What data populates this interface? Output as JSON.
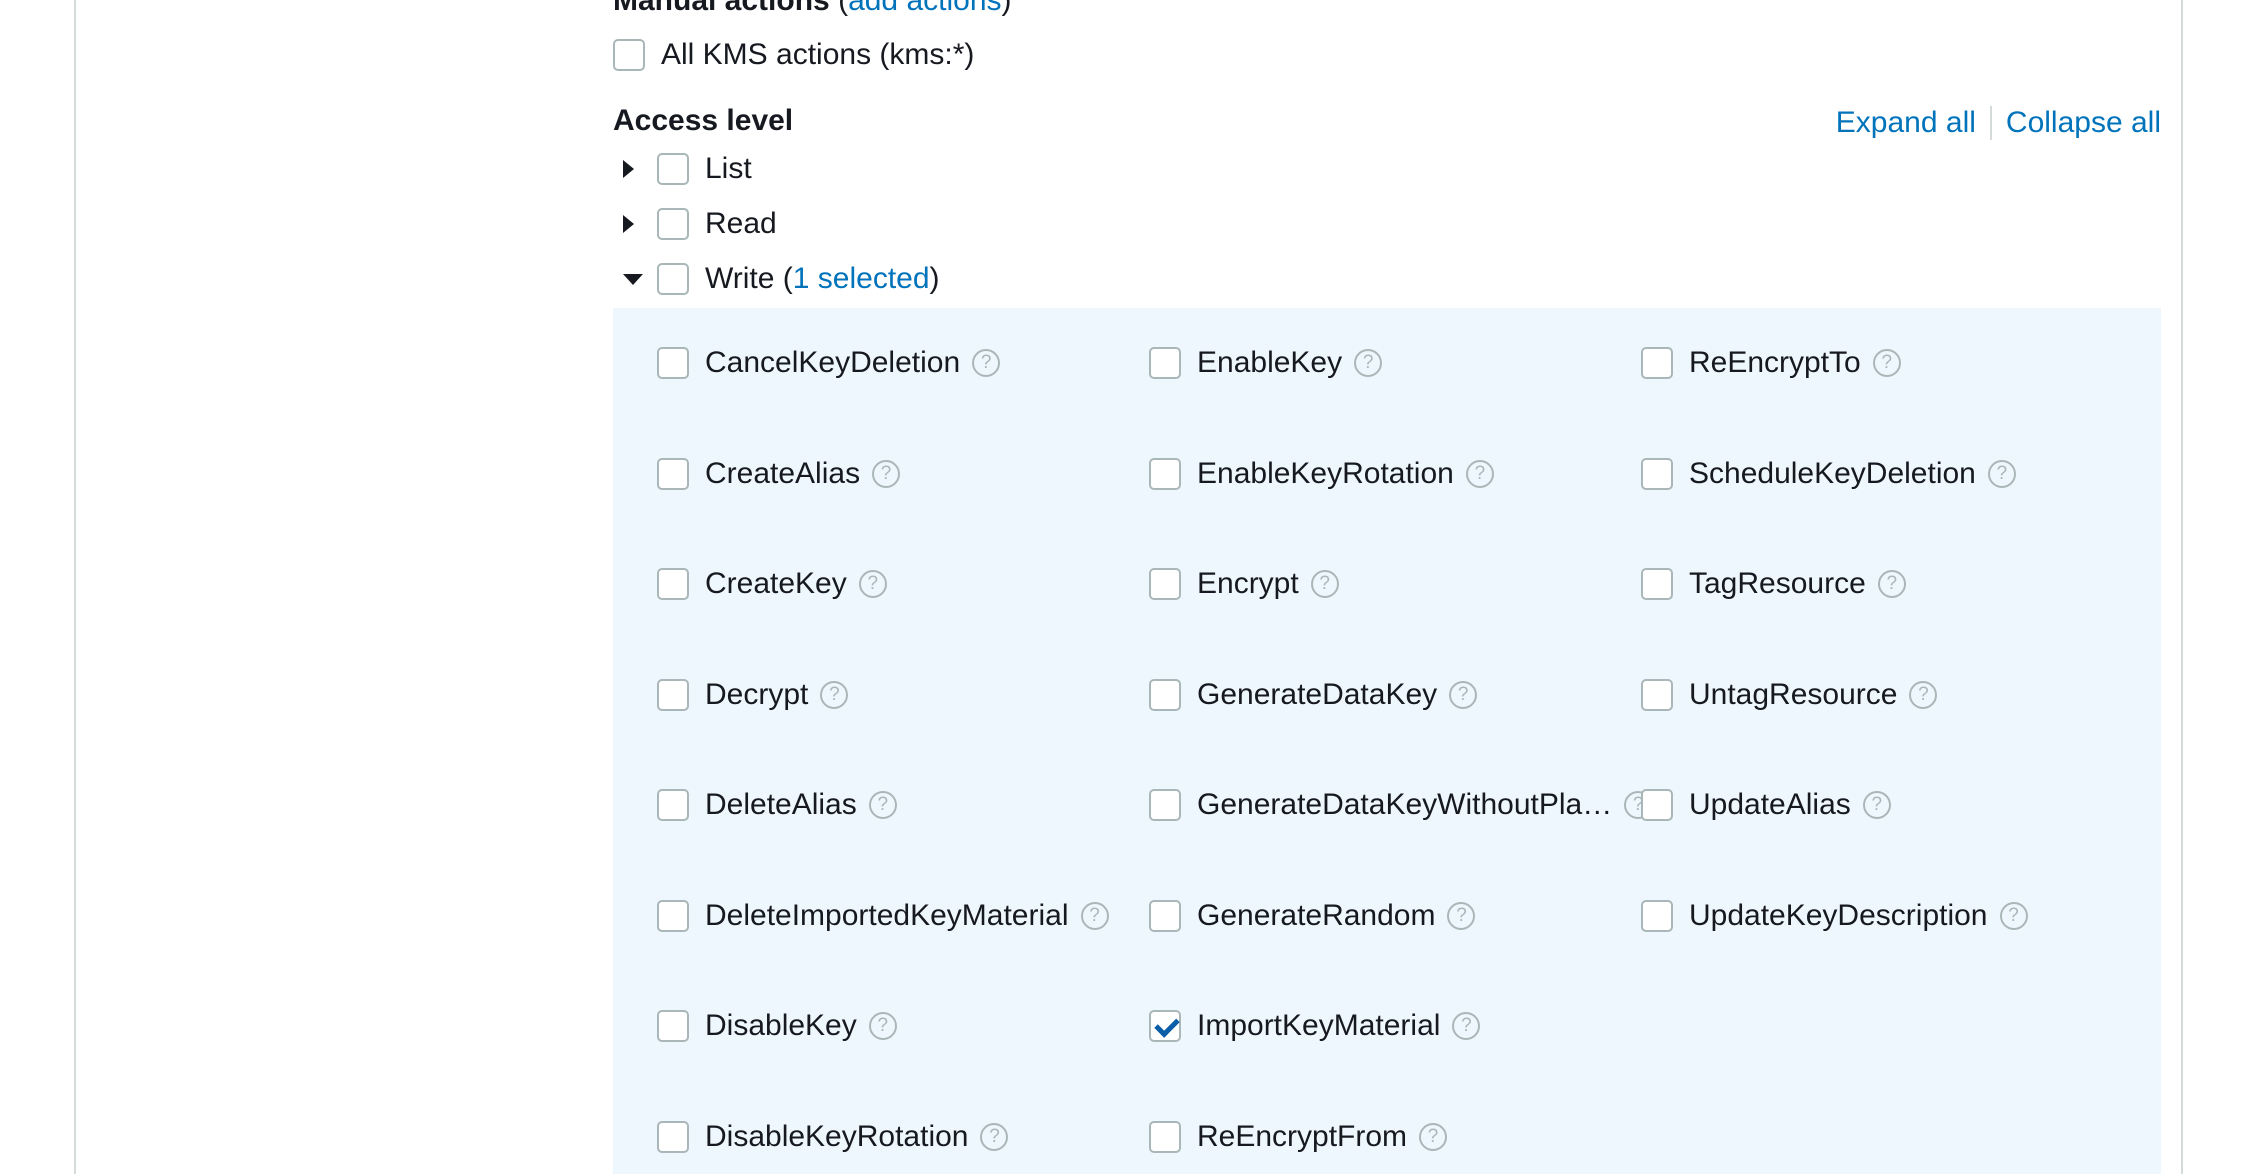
{
  "manual_actions": {
    "title": "Manual actions",
    "paren_open": "(",
    "add_link": "add actions",
    "paren_close": ")"
  },
  "all_kms": {
    "label": "All KMS actions (kms:*)",
    "checked": false
  },
  "access_level": {
    "title": "Access level",
    "expand_all": "Expand all",
    "collapse_all": "Collapse all",
    "list_label": "List",
    "read_label": "Read",
    "write_label": "Write",
    "write_paren_open": " (",
    "write_selected": "1 selected",
    "write_paren_close": ")"
  },
  "write_actions": {
    "col1": [
      "CancelKeyDeletion",
      "CreateAlias",
      "CreateKey",
      "Decrypt",
      "DeleteAlias",
      "DeleteImportedKeyMaterial",
      "DisableKey",
      "DisableKeyRotation"
    ],
    "col2": [
      "EnableKey",
      "EnableKeyRotation",
      "Encrypt",
      "GenerateDataKey",
      "GenerateDataKeyWithoutPla…",
      "GenerateRandom",
      "ImportKeyMaterial",
      "ReEncryptFrom"
    ],
    "col3": [
      "ReEncryptTo",
      "ScheduleKeyDeletion",
      "TagResource",
      "UntagResource",
      "UpdateAlias",
      "UpdateKeyDescription"
    ],
    "checked": [
      "ImportKeyMaterial"
    ],
    "help_glyph": "?"
  },
  "colors": {
    "link": "#0073bb",
    "checked": "#0a5ea8",
    "box_bg": "#eff7fe"
  }
}
